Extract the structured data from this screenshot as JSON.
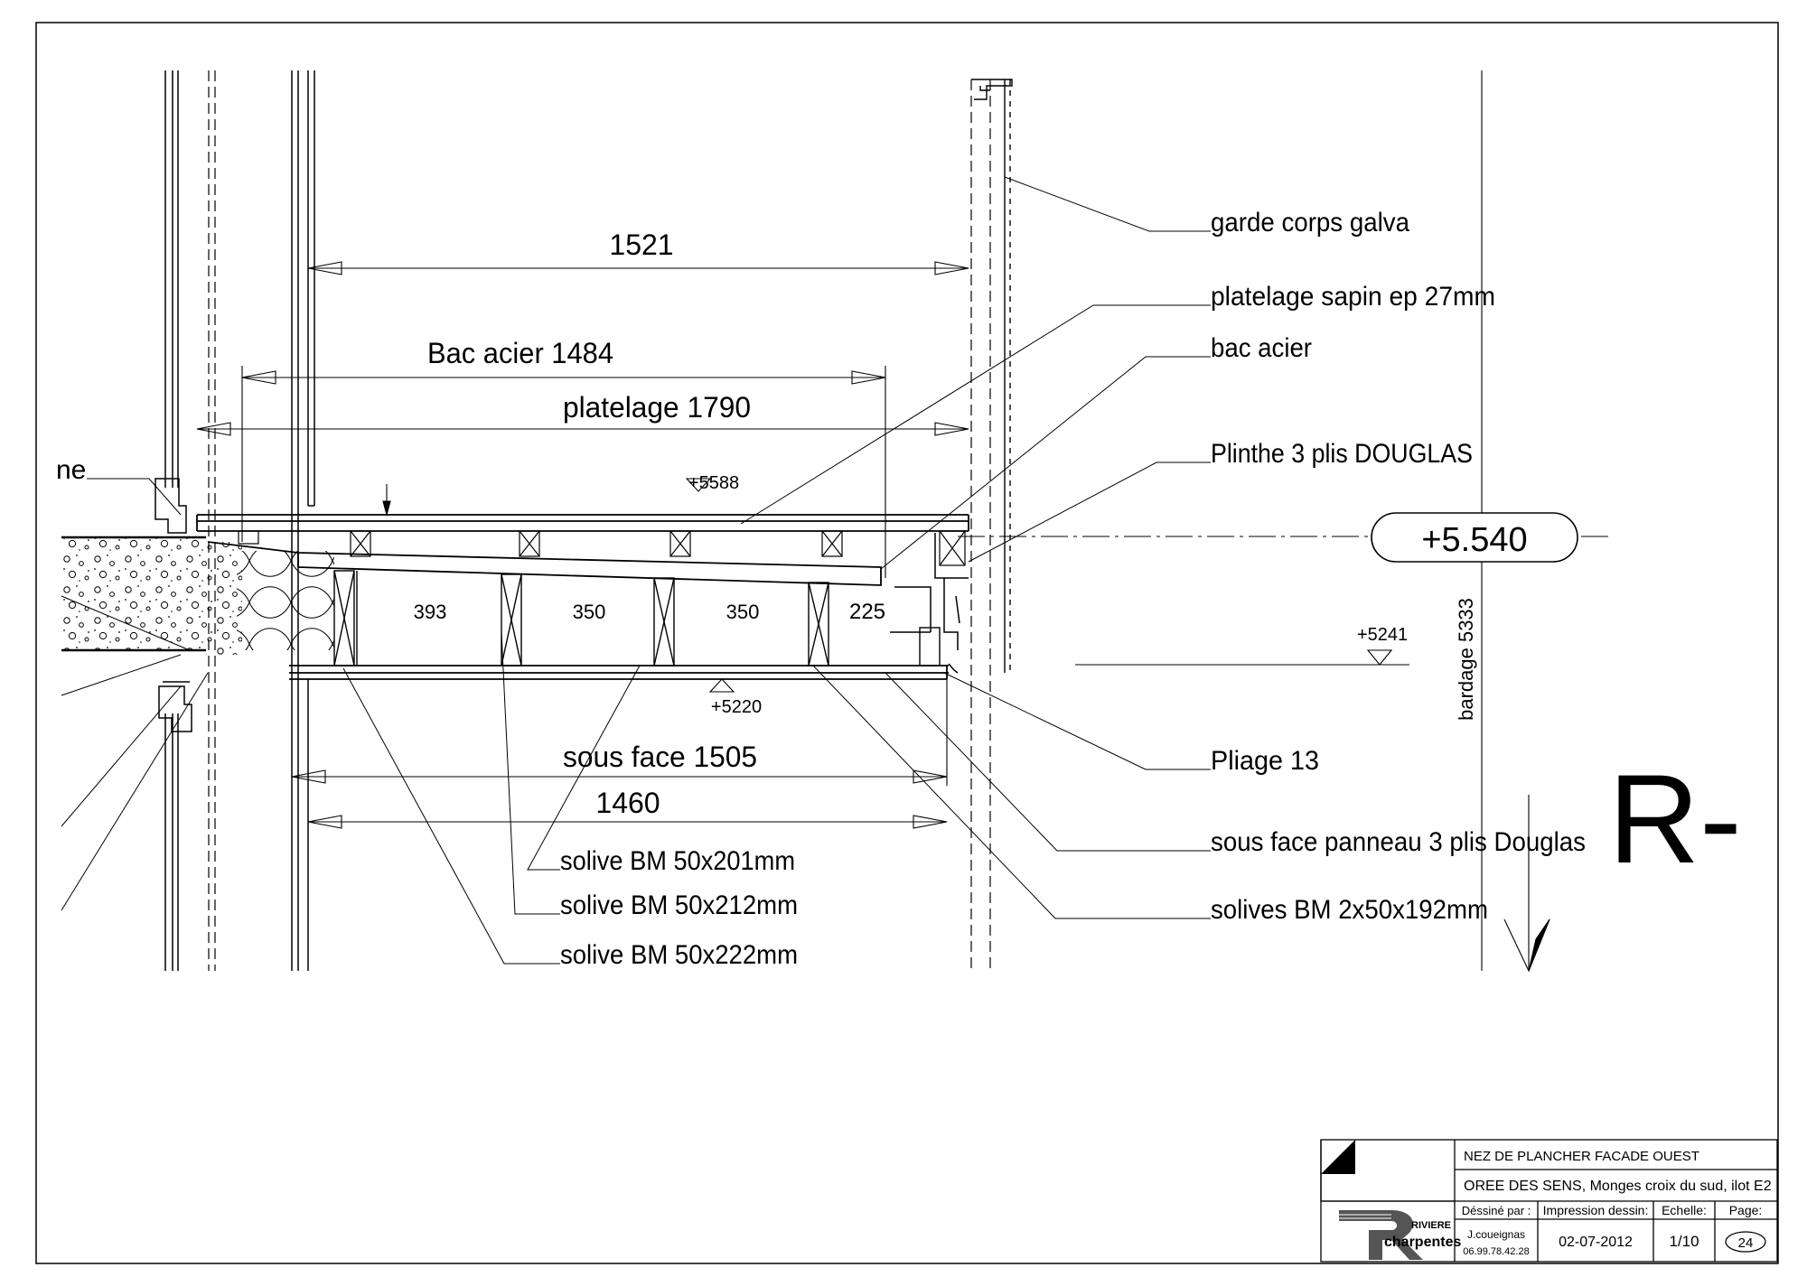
{
  "callouts": [
    {
      "id": "garde-corps",
      "text": "garde corps galva"
    },
    {
      "id": "platelage-sapin",
      "text": "platelage sapin ep 27mm"
    },
    {
      "id": "bac-acier",
      "text": "bac acier"
    },
    {
      "id": "plinthe",
      "text": "Plinthe 3 plis DOUGLAS"
    },
    {
      "id": "pliage",
      "text": "Pliage 13"
    },
    {
      "id": "sous-face-panneau",
      "text": "sous face panneau 3 plis Douglas"
    },
    {
      "id": "solives-bm",
      "text": "solives BM 2x50x192mm"
    },
    {
      "id": "solive-201",
      "text": "solive BM 50x201mm"
    },
    {
      "id": "solive-212",
      "text": "solive BM 50x212mm"
    },
    {
      "id": "solive-222",
      "text": "solive BM 50x222mm"
    },
    {
      "id": "ne",
      "text": "ne"
    }
  ],
  "dimensions": {
    "d1521": "1521",
    "bac_acier": "Bac acier 1484",
    "platelage": "platelage 1790",
    "sous_face": "sous face 1505",
    "d1460": "1460",
    "spans": [
      "393",
      "350",
      "350",
      "225"
    ]
  },
  "levels": {
    "top": "+5588",
    "bottom": "+5220",
    "right": "+5241",
    "main": "+5.540",
    "bardage": "bardage 5333"
  },
  "section_mark": "R-",
  "title_block": {
    "title": "NEZ DE PLANCHER FACADE OUEST",
    "project": "OREE DES SENS, Monges croix du sud, ilot E2",
    "headers": {
      "drawn_by": "Déssiné par :",
      "print_date": "Impression dessin:",
      "scale": "Echelle:",
      "page": "Page:"
    },
    "drawn_by": "J.coueignas",
    "phone": "06.99.78.42.28",
    "print_date": "02-07-2012",
    "scale": "1/10",
    "page": "24",
    "logo_top": "RIVIERE",
    "logo_bottom": "charpentes"
  }
}
